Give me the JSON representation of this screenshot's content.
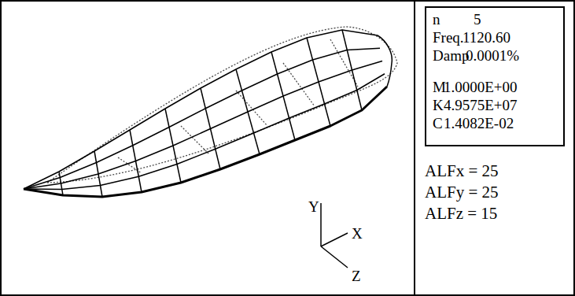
{
  "diagram": {
    "nodes": [
      {
        "text": [
          "n",
          "5",
          "Freq.",
          "1120.60",
          "Damp",
          "0.0001%",
          "M",
          "1.0000E+00",
          "K",
          "4.9575E+07",
          "C",
          "1.4082E-02"
        ]
      }
    ],
    "labels": [
      "Y",
      "X",
      "Z",
      "ALFx = 25",
      "ALFy = 25",
      "ALFz = 15"
    ]
  }
}
